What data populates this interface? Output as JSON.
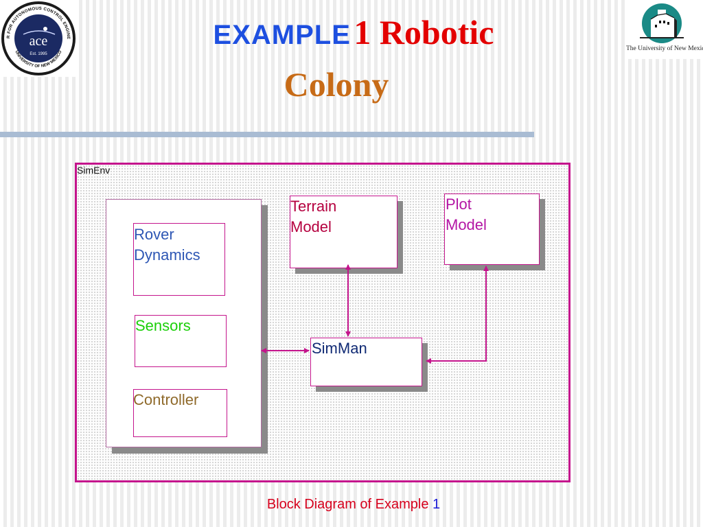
{
  "title": {
    "part1": "EXAMPLE",
    "part2": "1 Robotic",
    "line2": "Colony"
  },
  "logos": {
    "left": {
      "icon": "ace-logo",
      "ring_text": "CENTER FOR AUTONOMOUS CONTROL ENGINEERING",
      "bottom_text": "UNIVERSITY OF NEW MEXICO",
      "mark": "ace",
      "est": "Est. 1995"
    },
    "right": {
      "icon": "unm-logo",
      "caption": "The University of New Mexico"
    }
  },
  "diagram": {
    "container_label": "SimEnv",
    "rover_dynamics": [
      "Rover",
      "Dynamics"
    ],
    "sensors": "Sensors",
    "controller": "Controller",
    "terrain_model": [
      "Terrain",
      "Model"
    ],
    "plot_model": [
      "Plot",
      "Model"
    ],
    "simman": "SimMan"
  },
  "caption": {
    "text": "Block Diagram of Example ",
    "number": "1"
  },
  "colors": {
    "title_blue": "#1d4fe0",
    "title_red": "#e30000",
    "title_orange": "#c76b17",
    "border_magenta": "#c4148c",
    "rover_blue": "#2d56b4",
    "sensors_green": "#1ccf0a",
    "controller_brown": "#8f6a2b",
    "terrain_red": "#b5003f",
    "plot_magenta": "#b315a4",
    "simman_navy": "#102a74"
  }
}
